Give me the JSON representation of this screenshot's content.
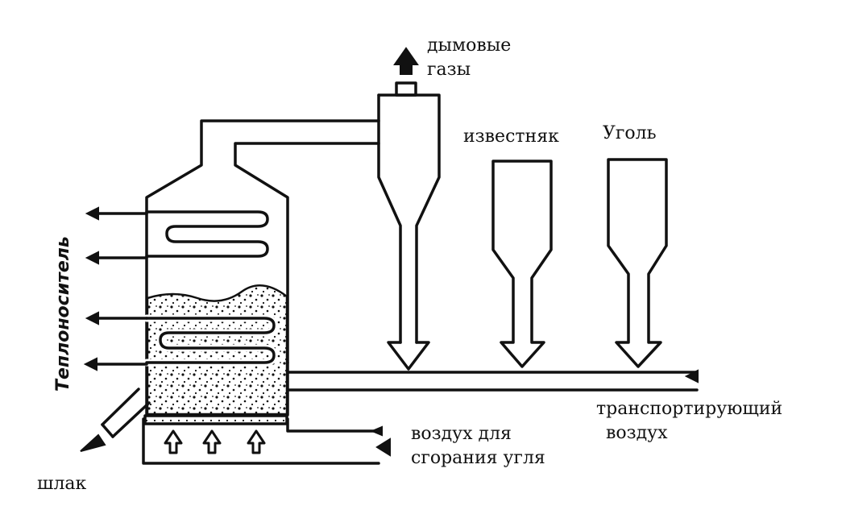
{
  "labels": {
    "flue_gas_line1": "дымовые",
    "flue_gas_line2": "газы",
    "limestone": "известняк",
    "coal": "Уголь",
    "transport_air_line1": "транспортирующий",
    "transport_air_line2": "воздух",
    "combustion_air_line1": "воздух для",
    "combustion_air_line2": "сгорания угля",
    "slag": "шлак",
    "heat_carrier": "Теплоноситель"
  },
  "colors": {
    "ink": "#111111",
    "background": "#ffffff"
  }
}
